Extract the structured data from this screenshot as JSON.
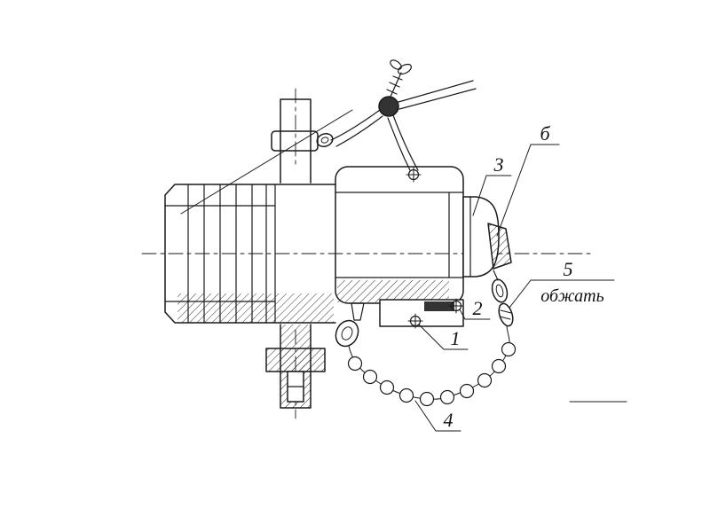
{
  "palette": {
    "ink": "#1a1a1a",
    "paper": "#ffffff",
    "seal_fill": "#333333"
  },
  "figure": {
    "description": "Sectioned technical drawing of a threaded coupling on a panel with a chained protective cap and wire seal"
  },
  "callouts": {
    "c1": "1",
    "c2": "2",
    "c3": "3",
    "c4": "4",
    "c5": "5",
    "c6": "б",
    "note": "обжать"
  }
}
